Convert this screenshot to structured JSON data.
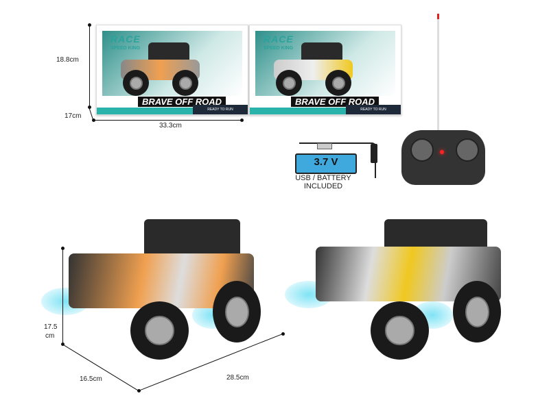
{
  "box_dimensions": {
    "height": "18.8cm",
    "depth": "17cm",
    "width": "33.3cm"
  },
  "boxes": [
    {
      "variant": "orange",
      "race": "RACE",
      "speed": "SPEED KING",
      "brand": "BRAVE OFF ROAD",
      "rtr": "READY TO RUN"
    },
    {
      "variant": "yellow",
      "race": "RACE",
      "speed": "SPEED KING",
      "brand": "BRAVE OFF ROAD",
      "rtr": "READY TO RUN"
    }
  ],
  "battery": {
    "voltage": "3.7 V",
    "line1": "USB / BATTERY",
    "line2": "INCLUDED",
    "color": "#3fa9dd"
  },
  "car_dimensions": {
    "height_value": "17.5",
    "height_unit": "cm",
    "depth": "16.5cm",
    "length": "28.5cm"
  },
  "cars": [
    {
      "variant": "orange",
      "color": "#f0a050"
    },
    {
      "variant": "yellow",
      "color": "#f0c820"
    }
  ]
}
